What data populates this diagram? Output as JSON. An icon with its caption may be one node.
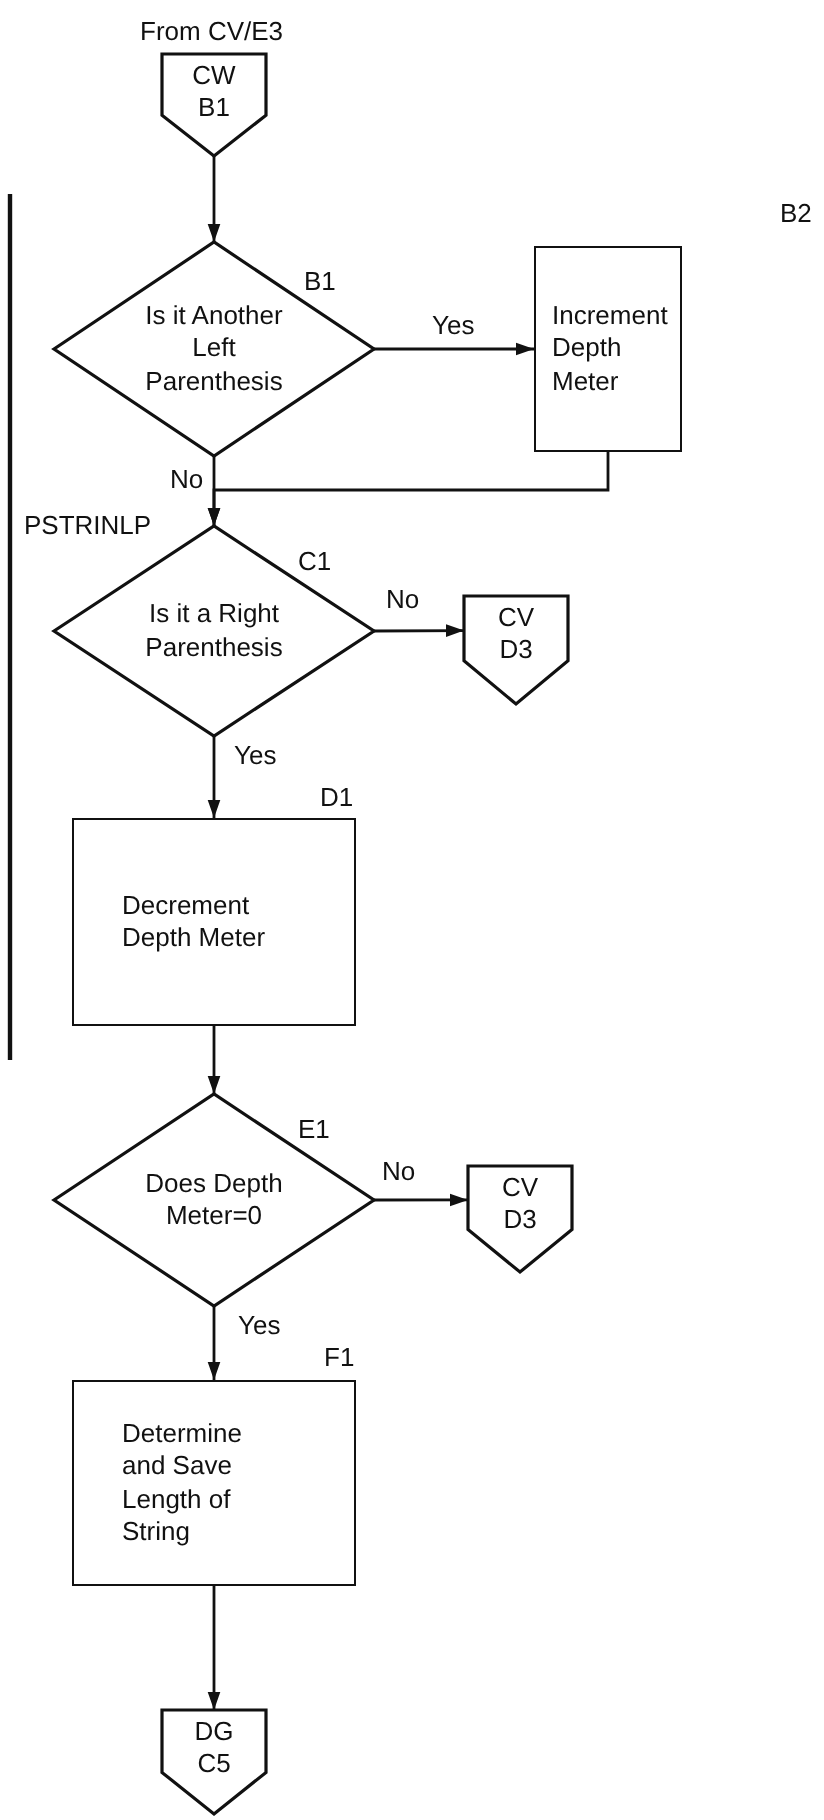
{
  "diagram": {
    "nodes": [
      {
        "text": [
          "CW B1"
        ],
        "beside": [
          "From CV/E3"
        ]
      },
      {
        "text": [
          "Is it Another Left Parenthesis"
        ],
        "beside": [
          "B1"
        ]
      },
      {
        "text": [
          "Increment Depth Meter"
        ],
        "beside": [
          "B2"
        ]
      },
      {
        "text": [
          "Is it a Right Parenthesis"
        ],
        "beside": [
          "PSTRINLP",
          "C1"
        ]
      },
      {
        "text": [
          "CV D3"
        ]
      },
      {
        "text": [
          "Decrement Depth Meter"
        ],
        "beside": [
          "D1"
        ]
      },
      {
        "text": [
          "Does Depth Meter=0"
        ],
        "beside": [
          "E1"
        ]
      },
      {
        "text": [
          "CV D3"
        ]
      },
      {
        "text": [
          "Determine and Save Length of String"
        ],
        "beside": [
          "F1"
        ]
      },
      {
        "text": [
          "DG C5"
        ]
      }
    ],
    "edges": [
      {
        "from": 0,
        "to": 1,
        "arrow": "to"
      },
      {
        "from": 1,
        "to": 2,
        "arrow": "to",
        "label": "Yes"
      },
      {
        "from": 1,
        "to": 3,
        "arrow": "to",
        "label": "No"
      },
      {
        "from": 2,
        "to": 3,
        "arrow": "to"
      },
      {
        "from": 3,
        "to": 4,
        "arrow": "to",
        "label": "No"
      },
      {
        "from": 3,
        "to": 5,
        "arrow": "to",
        "label": "Yes"
      },
      {
        "from": 5,
        "to": 6,
        "arrow": "to"
      },
      {
        "from": 6,
        "to": 7,
        "arrow": "to",
        "label": "No"
      },
      {
        "from": 6,
        "to": 8,
        "arrow": "to",
        "label": "Yes"
      },
      {
        "from": 8,
        "to": 9,
        "arrow": "to"
      }
    ]
  }
}
